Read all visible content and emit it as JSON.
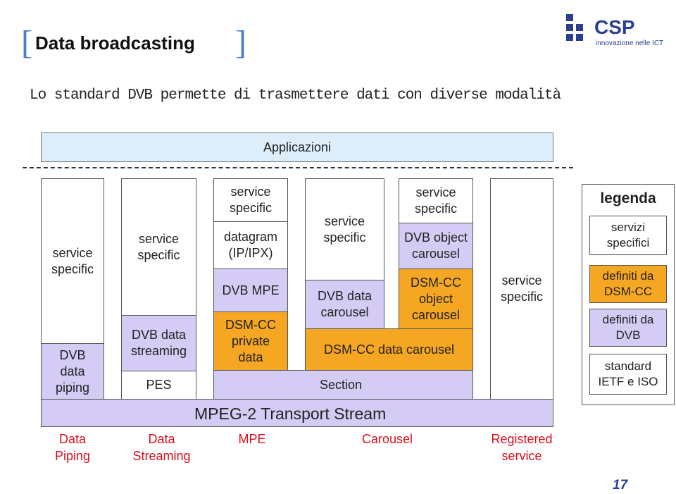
{
  "header": {
    "title": "Data broadcasting",
    "logo_text": "CSP",
    "logo_tagline": "innovazione nelle ICT",
    "subtitle": "Lo standard DVB permette di trasmettere dati con diverse modalità"
  },
  "top_bar": {
    "label": "Applicazioni"
  },
  "columns": {
    "piping": {
      "specific": "service\nspecific",
      "bottom": "DVB\ndata\npiping"
    },
    "streaming": {
      "specific": "service\nspecific",
      "middle": "DVB data\nstreaming",
      "pes": "PES"
    },
    "mpe": {
      "specific": "service\nspecific",
      "datagram": "datagram\n(IP/IPX)",
      "dvb_mpe": "DVB MPE",
      "private": "DSM-CC\nprivate\ndata"
    },
    "carousel": {
      "specific_left": "service\nspecific",
      "dvb_data_carousel": "DVB data\ncarousel",
      "specific_right": "service\nspecific",
      "dvb_object_carousel": "DVB object\ncarousel",
      "dsmcc_object_carousel": "DSM-CC\nobject\ncarousel",
      "dsmcc_data_carousel": "DSM-CC data carousel",
      "section": "Section"
    },
    "registered": {
      "specific": "service\nspecific"
    }
  },
  "transport_bar": {
    "label": "MPEG-2 Transport Stream"
  },
  "mode_labels": {
    "piping": "Data\nPiping",
    "streaming": "Data\nStreaming",
    "mpe": "MPE",
    "carousel": "Carousel",
    "registered": "Registered\nservice"
  },
  "legend": {
    "title": "legenda",
    "items": [
      {
        "label": "servizi\nspecifici",
        "color": "#ffffff"
      },
      {
        "label": "definiti da\nDSM-CC",
        "color": "#f5a623"
      },
      {
        "label": "definiti da\nDVB",
        "color": "#d4ccf4"
      },
      {
        "label": "standard\nIETF e ISO",
        "color": "#ffffff"
      }
    ]
  },
  "page_number": "17",
  "colors": {
    "lavender": "#d4ccf4",
    "orange": "#f5a623",
    "red_labels": "#d8101d",
    "bracket_blue": "#4b7cc7",
    "page_number": "#2a3f8f"
  }
}
